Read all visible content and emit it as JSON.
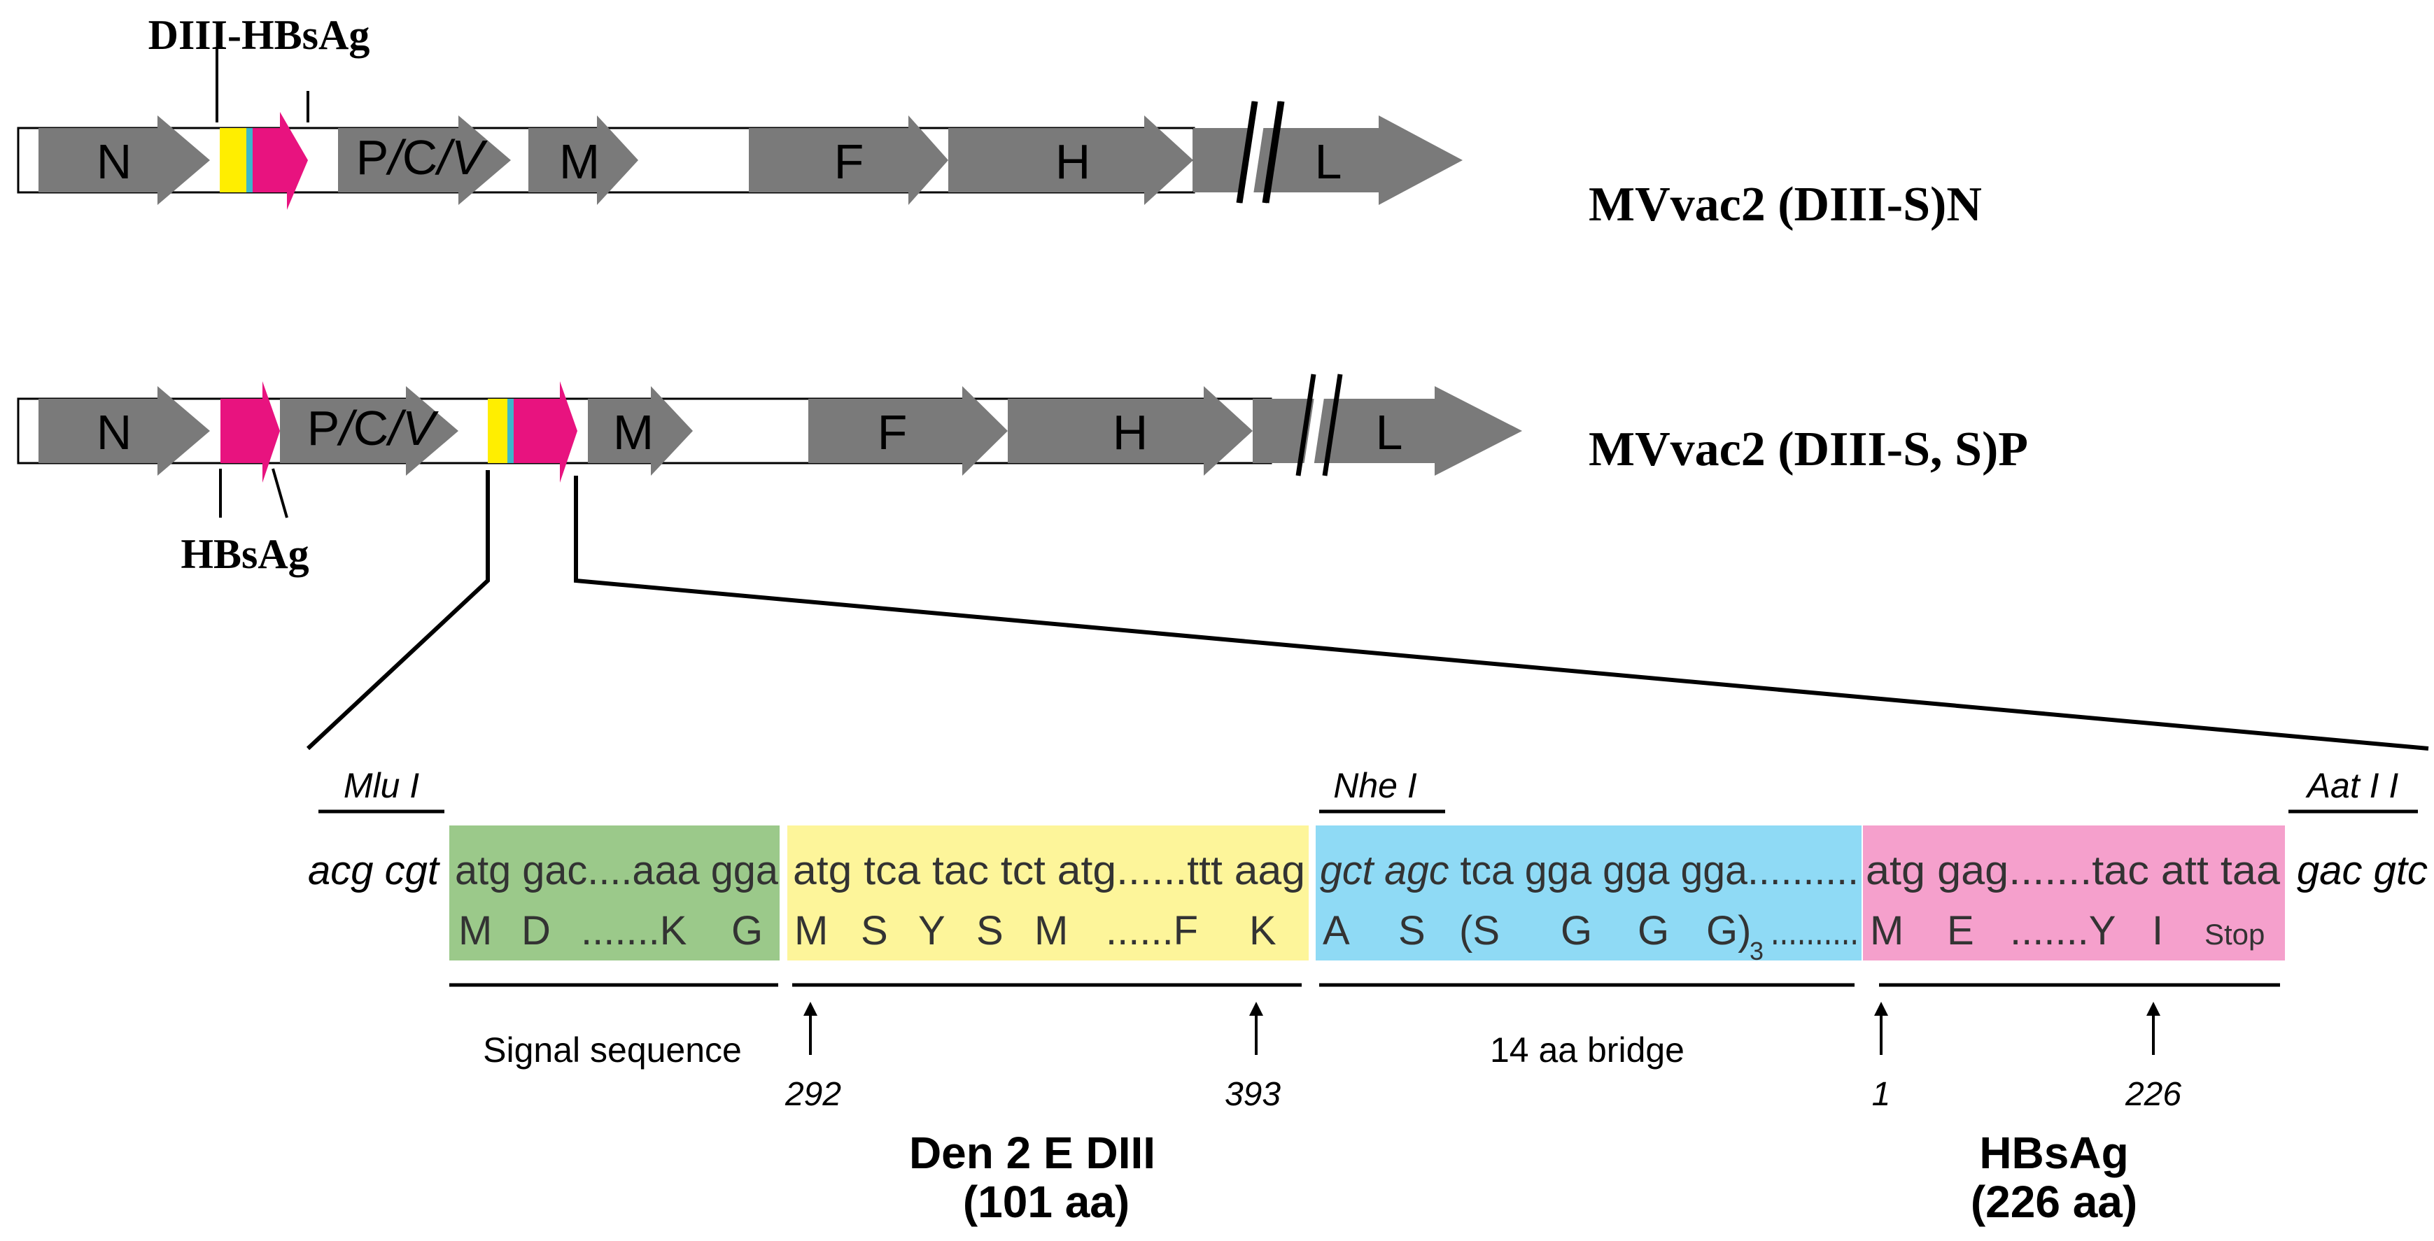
{
  "constructs": [
    {
      "name": "MVvac2 (DIII-S)N",
      "callout_top": "DIII-HBsAg",
      "genes": [
        "N",
        "P/C/V",
        "M",
        "F",
        "H",
        "L"
      ]
    },
    {
      "name": "MVvac2 (DIII-S, S)P",
      "callout_bottom": "HBsAg",
      "genes": [
        "N",
        "P/C/V",
        "M",
        "F",
        "H",
        "L"
      ]
    }
  ],
  "gene_labels": {
    "N": "N",
    "P": "P",
    "slash1": "/",
    "C": "C",
    "slash2": "/",
    "V": "V",
    "M": "M",
    "F": "F",
    "H": "H",
    "L": "L"
  },
  "insert": {
    "sites": {
      "mlu": "Mlu I",
      "nhe": "Nhe I",
      "aat": "Aat I I"
    },
    "flank_left_dna": "acg cgt",
    "flank_right_dna": "gac gtc",
    "segments": {
      "signal": {
        "dna": "atg gac....aaa gga",
        "aa": [
          "M",
          "D",
          ".......K",
          "G"
        ],
        "label": "Signal sequence"
      },
      "diii": {
        "dna": "atg tca tac tct atg......ttt aag",
        "aa": [
          "M",
          "S",
          "Y",
          "S",
          "M",
          "......F",
          "K"
        ],
        "start": "292",
        "end": "393",
        "title": "Den 2 E DIII",
        "subtitle": "(101 aa)"
      },
      "bridge": {
        "dna_italic": "gct agc",
        "dna": "tca gga gga gga..........",
        "aa": [
          "A",
          "S",
          "(S",
          "G",
          "G",
          "G)"
        ],
        "sub": "3",
        "dots": "..........",
        "label": "14 aa bridge"
      },
      "hbsag": {
        "dna": "atg gag.......tac att taa",
        "aa": [
          "M",
          "E",
          ".......Y",
          "I",
          "Stop"
        ],
        "start": "1",
        "end": "226",
        "title": "HBsAg",
        "subtitle": "(226 aa)"
      }
    }
  },
  "colors": {
    "gene": "#7a7a7a",
    "diii": "#ffee00",
    "linker": "#3cb7c9",
    "hbsag": "#e8137f",
    "signal_box": "#9bc98a",
    "diii_box": "#fdf59a",
    "bridge_box": "#8fdaf5",
    "hbsag_box": "#f5a0cc"
  }
}
